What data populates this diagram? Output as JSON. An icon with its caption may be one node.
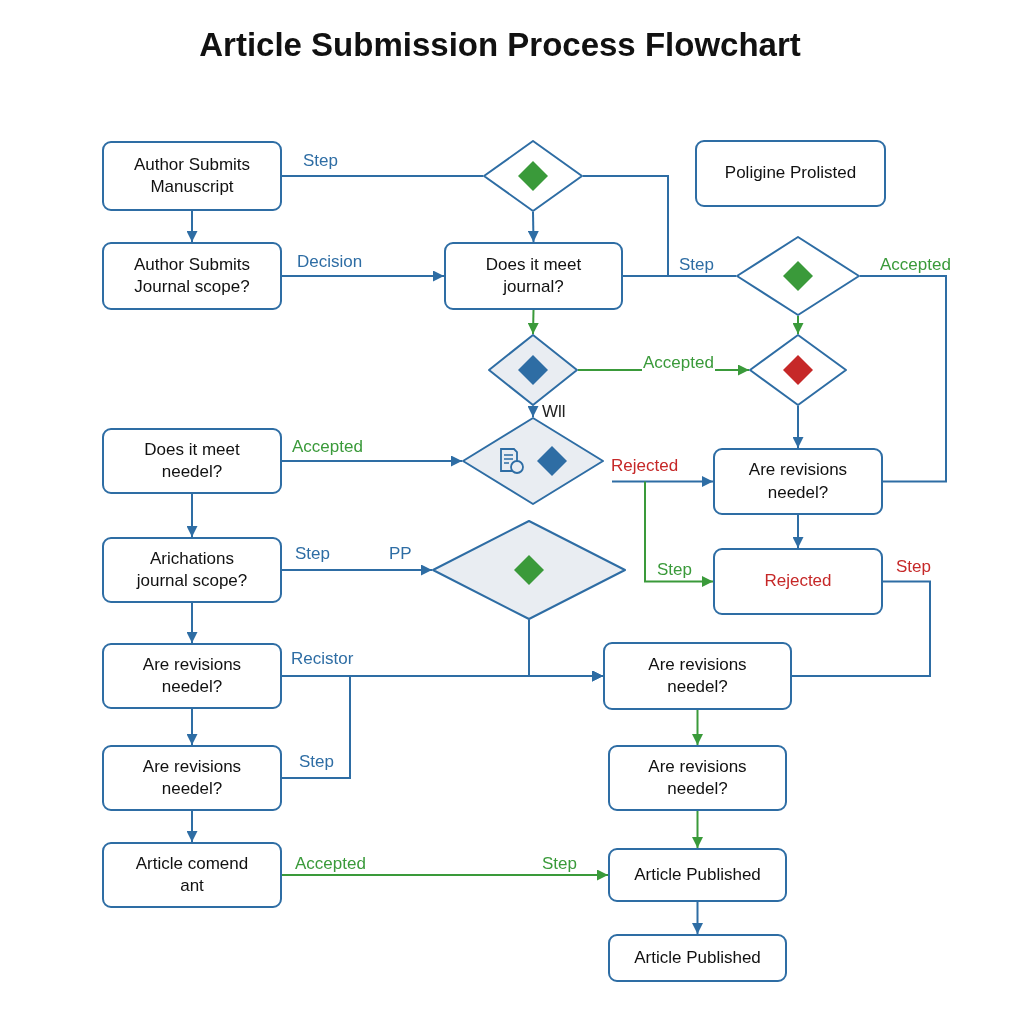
{
  "diagram": {
    "title": "Article Submission Process Flowchart",
    "nodes": [
      {
        "text": [
          "Author Submits Manuscript"
        ]
      },
      {
        "text": [],
        "shape": "diamond"
      },
      {
        "text": [
          "Poligine Prolisted"
        ]
      },
      {
        "text": [
          "Author Submits Journal scope?"
        ]
      },
      {
        "text": [
          "Does it meet journal?"
        ]
      },
      {
        "text": [],
        "shape": "diamond"
      },
      {
        "text": [],
        "shape": "diamond"
      },
      {
        "text": [],
        "shape": "diamond"
      },
      {
        "text": [
          "Does it meet needel?"
        ]
      },
      {
        "text": [],
        "shape": "diamond"
      },
      {
        "text": [
          "Are revisions needel?"
        ]
      },
      {
        "text": [
          "Arichations journal scope?"
        ]
      },
      {
        "text": [],
        "shape": "diamond"
      },
      {
        "text": [
          "Rejected"
        ]
      },
      {
        "text": [
          "Are revisions needel?"
        ]
      },
      {
        "text": [
          "Are revisions needel?"
        ]
      },
      {
        "text": [
          "Are revisions needel?"
        ]
      },
      {
        "text": [
          "Are revisions needel?"
        ]
      },
      {
        "text": [
          "Article comend ant"
        ]
      },
      {
        "text": [
          "Article Published"
        ]
      },
      {
        "text": [
          "Article Published"
        ]
      }
    ],
    "edges": [
      {
        "from": 0,
        "to": 1,
        "arrow": "none",
        "label": "Step"
      },
      {
        "from": 1,
        "to": 4,
        "arrow": "to"
      },
      {
        "from": 0,
        "to": 3,
        "arrow": "to"
      },
      {
        "from": 3,
        "to": 4,
        "arrow": "to",
        "label": "Decision"
      },
      {
        "from": 1,
        "to": 5,
        "arrow": "none"
      },
      {
        "from": 4,
        "to": 5,
        "arrow": "none",
        "label": "Step"
      },
      {
        "from": 4,
        "to": 6,
        "arrow": "to",
        "color": "#3a9a3a"
      },
      {
        "from": 5,
        "to": 7,
        "arrow": "to",
        "color": "#3a9a3a"
      },
      {
        "from": 6,
        "to": 7,
        "arrow": "to",
        "label": "Accepted",
        "color": "#3a9a3a"
      },
      {
        "from": 5,
        "to": 10,
        "arrow": "none",
        "label": "Accepted"
      },
      {
        "from": 6,
        "to": 9,
        "arrow": "to",
        "label": "Wll"
      },
      {
        "from": 7,
        "to": 10,
        "arrow": "to"
      },
      {
        "from": 8,
        "to": 9,
        "arrow": "to",
        "label": "Accepted"
      },
      {
        "from": null,
        "to": 10,
        "arrow": "to",
        "label": "Rejected"
      },
      {
        "from": null,
        "to": 13,
        "arrow": "to",
        "label": "Step",
        "color": "#3a9a3a"
      },
      {
        "from": 10,
        "to": 13,
        "arrow": "to"
      },
      {
        "from": 8,
        "to": 11,
        "arrow": "to"
      },
      {
        "from": 11,
        "to": 12,
        "arrow": "to",
        "label": "Step"
      },
      {
        "from": 11,
        "to": 14,
        "arrow": "to"
      },
      {
        "from": 14,
        "to": 15,
        "arrow": "to",
        "label": "Recistor"
      },
      {
        "from": 12,
        "to": 15,
        "arrow": "to"
      },
      {
        "from": 16,
        "to": 15,
        "arrow": "to",
        "label": "Step"
      },
      {
        "from": 13,
        "to": 15,
        "arrow": "none",
        "label": "Step"
      },
      {
        "from": 14,
        "to": 16,
        "arrow": "to"
      },
      {
        "from": 15,
        "to": 17,
        "arrow": "to",
        "color": "#3a9a3a"
      },
      {
        "from": 16,
        "to": 18,
        "arrow": "to"
      },
      {
        "from": 17,
        "to": 19,
        "arrow": "to",
        "color": "#3a9a3a"
      },
      {
        "from": 18,
        "to": 19,
        "arrow": "to",
        "label": "Accepted",
        "color": "#3a9a3a"
      },
      {
        "from": 19,
        "to": 20,
        "arrow": "to"
      }
    ],
    "labels": [
      "PP",
      "Step"
    ]
  }
}
